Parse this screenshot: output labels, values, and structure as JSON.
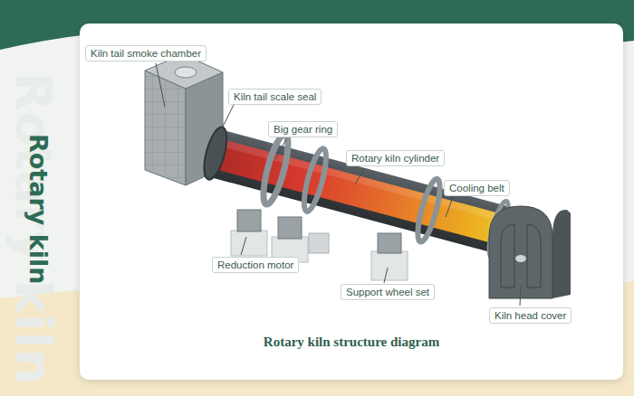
{
  "diagram": {
    "title": "Rotary kiln",
    "caption": "Rotary kiln structure diagram",
    "nodes": [
      {
        "text": [
          "Kiln tail smoke chamber"
        ]
      },
      {
        "text": [
          "Kiln tail scale seal"
        ]
      },
      {
        "text": [
          "Big gear ring"
        ]
      },
      {
        "text": [
          "Rotary kiln cylinder"
        ]
      },
      {
        "text": [
          "Cooling belt"
        ]
      },
      {
        "text": [
          "Reduction motor"
        ]
      },
      {
        "text": [
          "Support wheel set"
        ]
      },
      {
        "text": [
          "Kiln head cover"
        ]
      }
    ],
    "labels": [
      "Rotary kiln"
    ]
  }
}
